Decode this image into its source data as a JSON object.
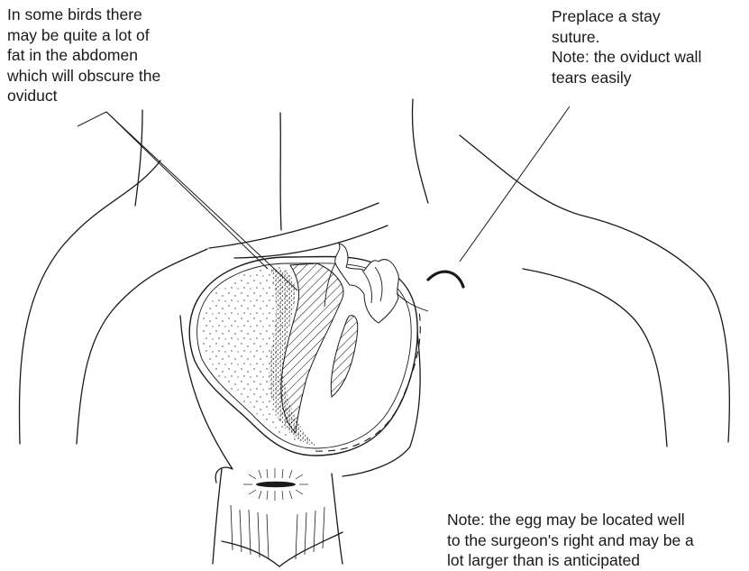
{
  "annotations": {
    "fat_note": {
      "lines": [
        "In some birds there",
        "may be quite a lot of",
        "fat in the abdomen",
        "which will obscure the",
        "oviduct"
      ]
    },
    "suture_note": {
      "lines": [
        "Preplace a stay",
        "suture.",
        "Note: the oviduct wall",
        "tears easily"
      ]
    },
    "egg_note": {
      "lines": [
        "Note: the egg may be located well",
        "to the surgeon's right and may be a",
        "lot larger than is anticipated"
      ]
    }
  },
  "colors": {
    "ink": "#1a1a1a",
    "background": "#ffffff"
  }
}
